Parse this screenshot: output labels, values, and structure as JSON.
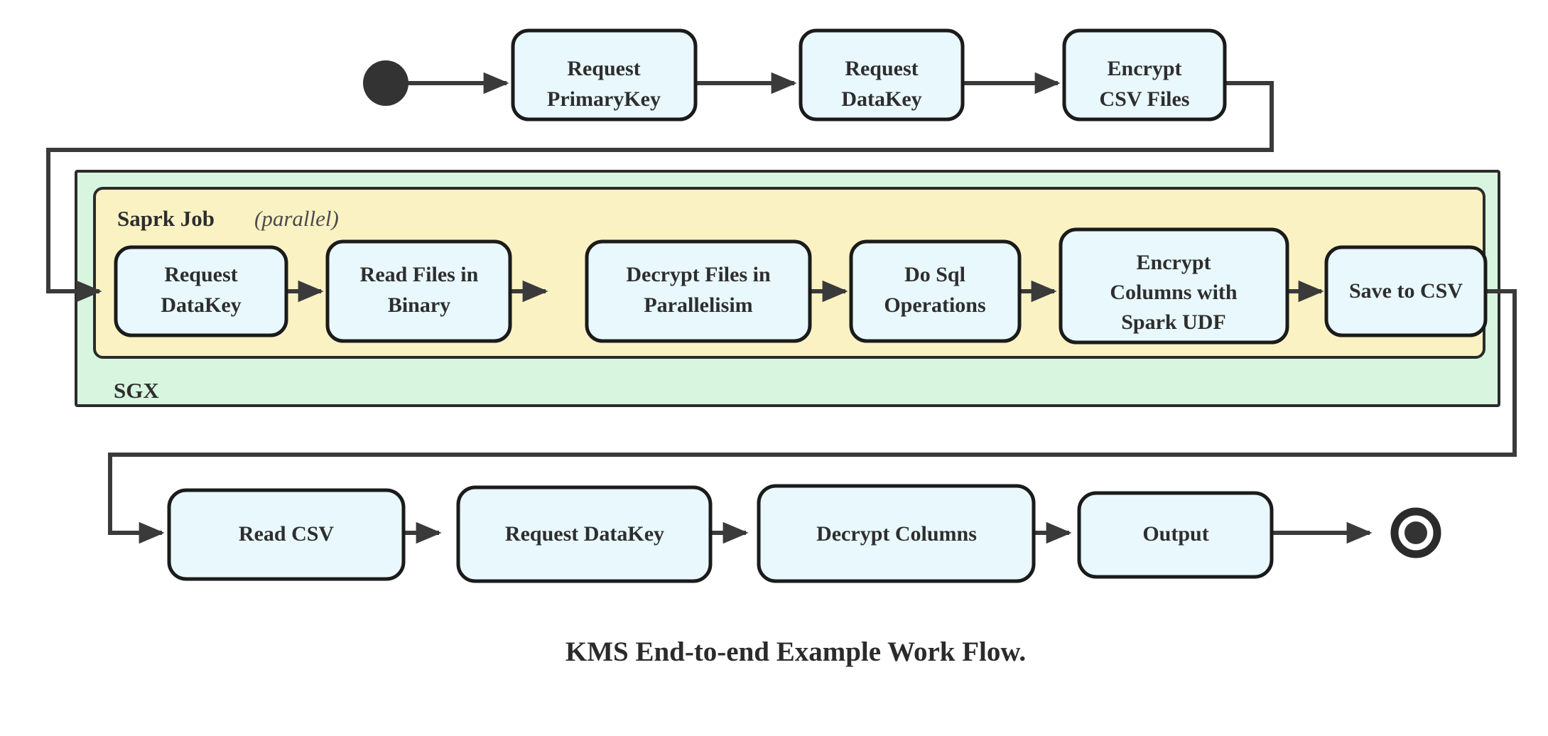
{
  "figure": {
    "caption": "KMS End-to-end Example Work Flow.",
    "background_color": "#ffffff"
  },
  "colors": {
    "node_fill": "#e8f8fc",
    "node_stroke": "#1b1b1b",
    "sgx_group_fill": "#d8f6df",
    "spark_group_fill": "#fbf2c4",
    "edge": "#3a3a3a",
    "text": "#2e2e2e"
  },
  "markers": {
    "start_node": "filled-circle-start",
    "end_node": "double-circle-end",
    "arrow": "arrow-head"
  },
  "groups": {
    "outer": {
      "name": "sgx-group",
      "label": "SGX",
      "fill": "#d8f6df"
    },
    "inner": {
      "name": "spark-job-group",
      "label_bold": "Saprk Job",
      "label_italic": "(parallel)",
      "fill": "#fbf2c4"
    }
  },
  "rows": {
    "top": {
      "name": "top-row",
      "nodes": [
        {
          "id": "request-primarykey",
          "lines": [
            "Request",
            "PrimaryKey"
          ]
        },
        {
          "id": "request-datakey-top",
          "lines": [
            "Request",
            "DataKey"
          ]
        },
        {
          "id": "encrypt-csv-files",
          "lines": [
            "Encrypt",
            "CSV Files"
          ]
        }
      ]
    },
    "middle": {
      "name": "spark-row",
      "nodes": [
        {
          "id": "request-datakey-spark",
          "lines": [
            "Request",
            "DataKey"
          ]
        },
        {
          "id": "read-files-in-binary",
          "lines": [
            "Read Files in",
            "Binary"
          ]
        },
        {
          "id": "decrypt-files-in-parallelisim",
          "lines": [
            "Decrypt Files in",
            "Parallelisim"
          ]
        },
        {
          "id": "do-sql-operations",
          "lines": [
            "Do Sql",
            "Operations"
          ]
        },
        {
          "id": "encrypt-columns-with-spark-udf",
          "lines": [
            "Encrypt",
            "Columns with",
            "Spark UDF"
          ]
        },
        {
          "id": "save-to-csv",
          "lines": [
            "Save to CSV"
          ]
        }
      ]
    },
    "bottom": {
      "name": "output-row",
      "nodes": [
        {
          "id": "read-csv",
          "lines": [
            "Read CSV"
          ]
        },
        {
          "id": "request-datakey-bottom",
          "lines": [
            "Request DataKey"
          ]
        },
        {
          "id": "decrypt-columns",
          "lines": [
            "Decrypt Columns"
          ]
        },
        {
          "id": "output",
          "lines": [
            "Output"
          ]
        }
      ]
    }
  },
  "flow_sequence": [
    "start",
    "Request PrimaryKey",
    "Request DataKey",
    "Encrypt CSV Files",
    "Request DataKey",
    "Read Files in Binary",
    "Decrypt Files in Parallelisim",
    "Do Sql Operations",
    "Encrypt Columns with Spark UDF",
    "Save to CSV",
    "Read CSV",
    "Request DataKey",
    "Decrypt Columns",
    "Output",
    "end"
  ]
}
